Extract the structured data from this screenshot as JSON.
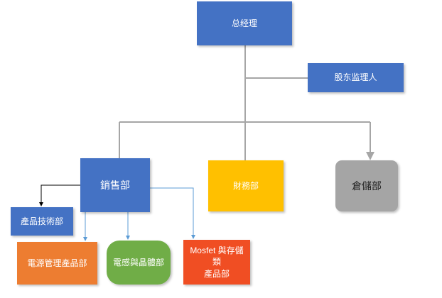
{
  "nodes": {
    "ceo": "总经理",
    "shareholder_supervisor": "股东监理人",
    "sales": "銷售部",
    "finance": "財務部",
    "warehouse": "倉儲部",
    "product_tech": "產品技術部",
    "power_mgmt": "電源管理產品部",
    "inductor_crystal": "電感與晶體部",
    "mosfet_storage_line1": "Mosfet 與存儲類",
    "mosfet_storage_line2": "產品部"
  },
  "colors": {
    "blue": "#4472c4",
    "yellow": "#ffc000",
    "gray": "#a5a5a5",
    "orange": "#ed7d31",
    "green": "#70ad47",
    "red_orange": "#f04e23",
    "connector_gray": "#a6a6a6",
    "connector_blue": "#5b9bd5",
    "connector_dark": "#000000"
  }
}
